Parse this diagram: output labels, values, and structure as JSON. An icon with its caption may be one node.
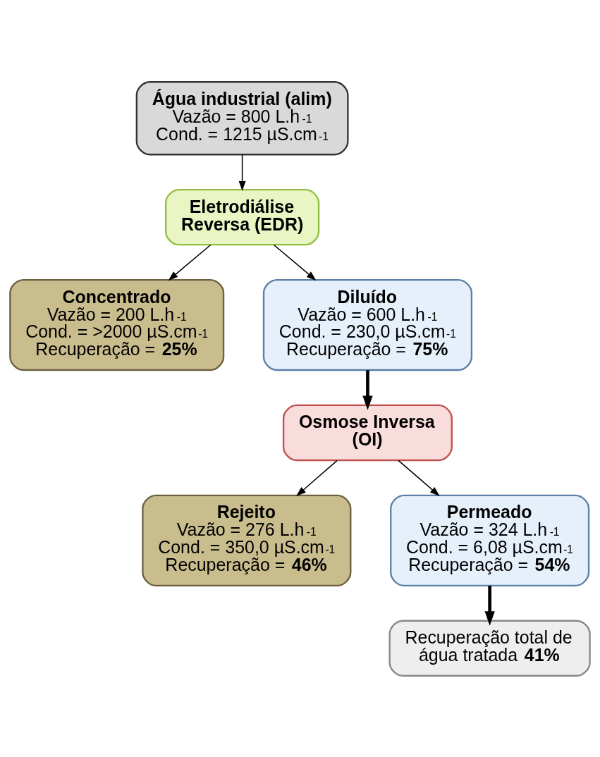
{
  "diagram": {
    "nodes": [
      {
        "text": [
          "Água industrial (alim)",
          "Vazão = 800 L.h$^{-1}$",
          "Cond. = 1215 µS.cm$^{-1}$"
        ]
      },
      {
        "text": [
          "Eletrodiálise Reversa (EDR)"
        ]
      },
      {
        "text": [
          "Concentrado",
          "Vazão = 200 L.h$^{-1}$",
          "Cond. = >2000 µS.cm$^{-1}$",
          "Recuperação = **25%**"
        ]
      },
      {
        "text": [
          "Diluído",
          "Vazão = 600 L.h$^{-1}$",
          "Cond. = 230,0 µS.cm$^{-1}$",
          "Recuperação = **75%**"
        ]
      },
      {
        "text": [
          "Osmose Inversa (OI)"
        ]
      },
      {
        "text": [
          "Rejeito",
          "Vazão = 276 L.h$^{-1}$",
          "Cond. = 350,0 µS.cm$^{-1}$",
          "Recuperação = **46%**"
        ]
      },
      {
        "text": [
          "Permeado",
          "Vazão = 324 L.h$^{-1}$",
          "Cond. = 6,08 µS.cm$^{-1}$",
          "Recuperação = **54%**"
        ]
      },
      {
        "text": [
          "Recuperação total de água tratada **41%**"
        ]
      }
    ],
    "edges": [
      {
        "from": 0,
        "to": 1,
        "arrow": "to"
      },
      {
        "from": 1,
        "to": 2,
        "arrow": "to"
      },
      {
        "from": 1,
        "to": 3,
        "arrow": "to"
      },
      {
        "from": 3,
        "to": 4,
        "arrow": "to",
        "style": "thick"
      },
      {
        "from": 4,
        "to": 5,
        "arrow": "to"
      },
      {
        "from": 4,
        "to": 6,
        "arrow": "to"
      },
      {
        "from": 6,
        "to": 7,
        "arrow": "to",
        "style": "thick"
      }
    ]
  }
}
